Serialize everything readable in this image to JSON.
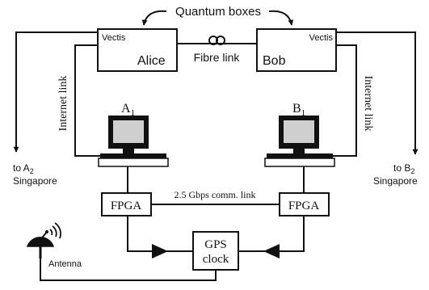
{
  "header": {
    "title": "Quantum boxes"
  },
  "alice_box": {
    "tag": "Vectis",
    "name": "Alice"
  },
  "bob_box": {
    "tag": "Vectis",
    "name": "Bob"
  },
  "fibre": {
    "label": "Fibre link"
  },
  "internet": {
    "left_label": "Internet link",
    "right_label": "Internet link"
  },
  "computers": {
    "left": {
      "base": "A",
      "sub": "1"
    },
    "right": {
      "base": "B",
      "sub": "1"
    }
  },
  "destinations": {
    "left": {
      "prefix": "to A",
      "sub": "2",
      "city": "Singapore"
    },
    "right": {
      "prefix": "to B",
      "sub": "2",
      "city": "Singapore"
    }
  },
  "fpga": {
    "left_label": "FPGA",
    "right_label": "FPGA"
  },
  "comm_link": {
    "label": "2.5 Gbps comm. link"
  },
  "gps": {
    "line1": "GPS",
    "line2": "clock"
  },
  "antenna": {
    "label": "Antenna"
  },
  "icons": {
    "computer": "computer-monitor-icon",
    "antenna": "satellite-antenna-icon",
    "fibre": "fibre-coil-icon",
    "arrow": "triangle-arrow-icon"
  },
  "colors": {
    "ink": "#111111",
    "screen": "#cfcfcf",
    "background": "#ffffff"
  }
}
